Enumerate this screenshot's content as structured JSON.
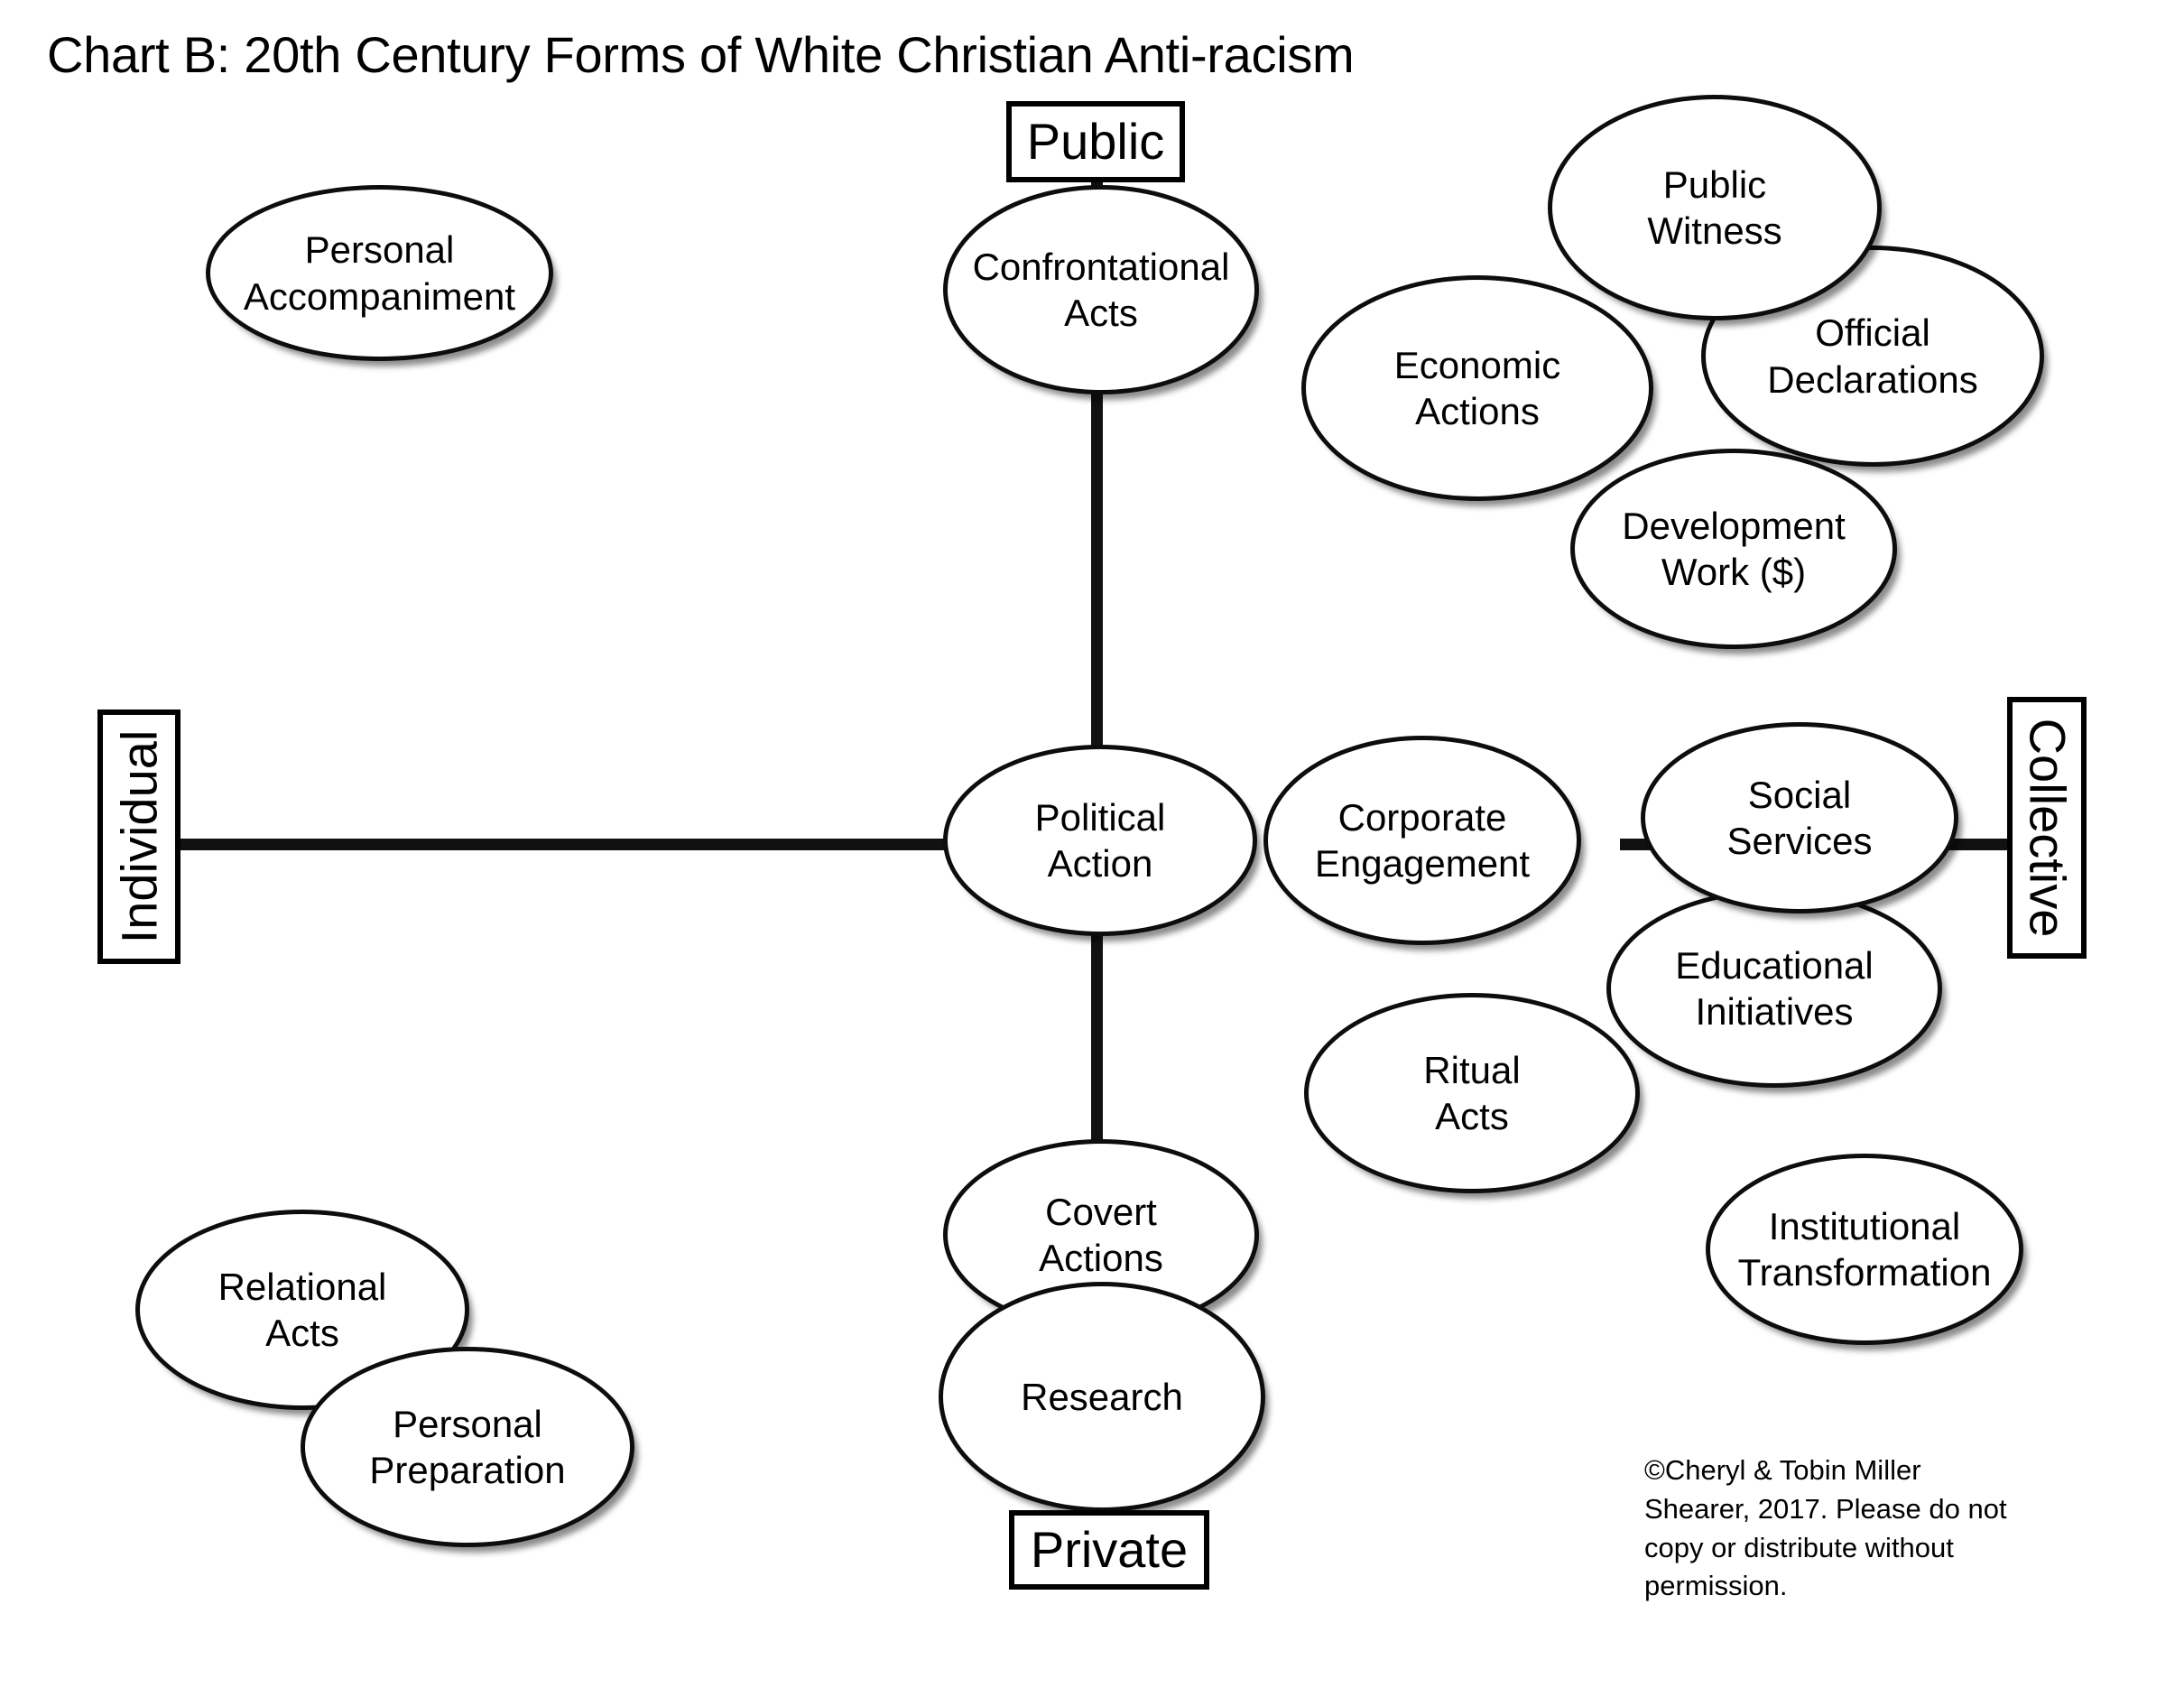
{
  "title": "Chart B: 20th Century Forms of White Christian Anti-racism",
  "poles": {
    "top": "Public",
    "bottom": "Private",
    "left": "Individual",
    "right": "Collective"
  },
  "nodes": {
    "personal_accompaniment": "Personal\nAccompaniment",
    "confrontational_acts": "Confrontational\nActs",
    "public_witness": "Public\nWitness",
    "economic_actions": "Economic\nActions",
    "official_declarations": "Official\nDeclarations",
    "development_work": "Development\nWork ($)",
    "political_action": "Political\nAction",
    "corporate_engagement": "Corporate\nEngagement",
    "social_services": "Social\nServices",
    "educational_initiatives": "Educational\nInitiatives",
    "ritual_acts": "Ritual\nActs",
    "institutional_transformation": "Institutional\nTransformation",
    "covert_actions": "Covert\nActions",
    "research": "Research",
    "relational_acts": "Relational\nActs",
    "personal_preparation": "Personal\nPreparation"
  },
  "copyright": "©Cheryl & Tobin Miller Shearer, 2017. Please do not copy or distribute without permission.",
  "chart_data": {
    "type": "scatter",
    "title": "Chart B: 20th Century Forms of White Christian Anti-racism",
    "xlabel": "Individual ↔ Collective",
    "ylabel": "Private ↔ Public",
    "grid": false,
    "legend": "none",
    "axes": {
      "x": {
        "min_label": "Individual",
        "max_label": "Collective"
      },
      "y": {
        "min_label": "Private",
        "max_label": "Public"
      }
    },
    "points": [
      {
        "label": "Personal Accompaniment",
        "x": -0.78,
        "y": 0.72
      },
      {
        "label": "Confrontational Acts",
        "x": 0.0,
        "y": 0.78
      },
      {
        "label": "Public Witness",
        "x": 0.52,
        "y": 0.86
      },
      {
        "label": "Economic Actions",
        "x": 0.28,
        "y": 0.66
      },
      {
        "label": "Official Declarations",
        "x": 0.66,
        "y": 0.68
      },
      {
        "label": "Development Work ($)",
        "x": 0.58,
        "y": 0.52
      },
      {
        "label": "Political Action",
        "x": 0.0,
        "y": 0.0
      },
      {
        "label": "Corporate Engagement",
        "x": 0.22,
        "y": -0.02
      },
      {
        "label": "Social Services",
        "x": 0.56,
        "y": 0.03
      },
      {
        "label": "Educational Initiatives",
        "x": 0.52,
        "y": -0.12
      },
      {
        "label": "Ritual Acts",
        "x": 0.28,
        "y": -0.2
      },
      {
        "label": "Institutional Transformation",
        "x": 0.68,
        "y": -0.36
      },
      {
        "label": "Covert Actions",
        "x": 0.0,
        "y": -0.49
      },
      {
        "label": "Research",
        "x": 0.0,
        "y": -0.62
      },
      {
        "label": "Relational Acts",
        "x": -0.82,
        "y": -0.55
      },
      {
        "label": "Personal Preparation",
        "x": -0.7,
        "y": -0.68
      }
    ]
  }
}
